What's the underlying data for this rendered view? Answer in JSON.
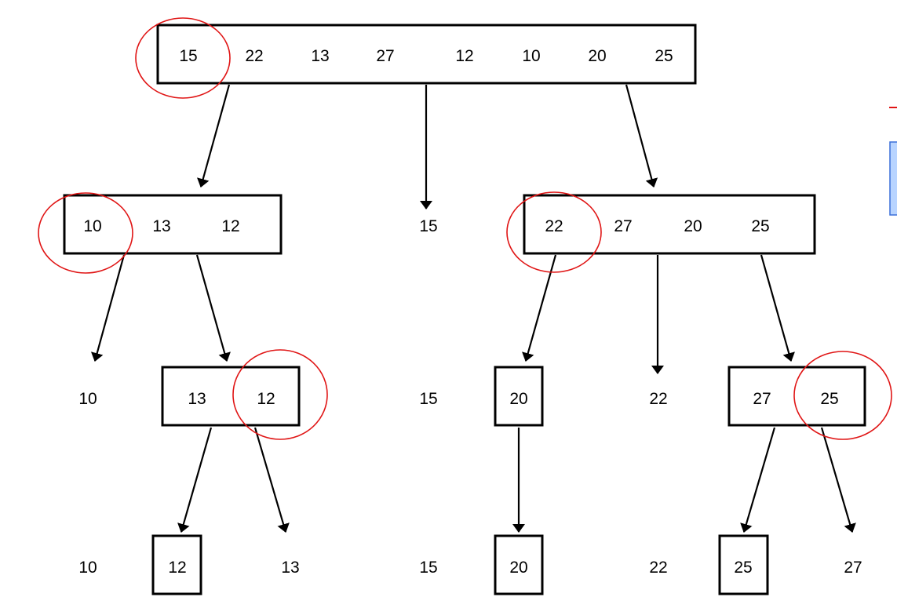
{
  "accent": {
    "pivot_circle": "#e01515",
    "side_box_fill": "#b8d4ff",
    "side_box_stroke": "#3a6fd8"
  },
  "levels": {
    "level0": {
      "box": [
        "15",
        "22",
        "13",
        "27",
        "12",
        "10",
        "20",
        "25"
      ]
    },
    "level1": {
      "left_box": [
        "10",
        "13",
        "12"
      ],
      "pivot": "15",
      "right_box": [
        "22",
        "27",
        "20",
        "25"
      ]
    },
    "level2": {
      "v1": "10",
      "box_a": [
        "13",
        "12"
      ],
      "v2": "15",
      "box_b": [
        "20"
      ],
      "v3": "22",
      "box_c": [
        "27",
        "25"
      ]
    },
    "level3": {
      "v1": "10",
      "box_a": [
        "12"
      ],
      "v2": "13",
      "v3": "15",
      "box_b": [
        "20"
      ],
      "v4": "22",
      "box_c": [
        "25"
      ],
      "v5": "27"
    }
  },
  "pivots": [
    "15",
    "10",
    "22",
    "12",
    "25"
  ]
}
